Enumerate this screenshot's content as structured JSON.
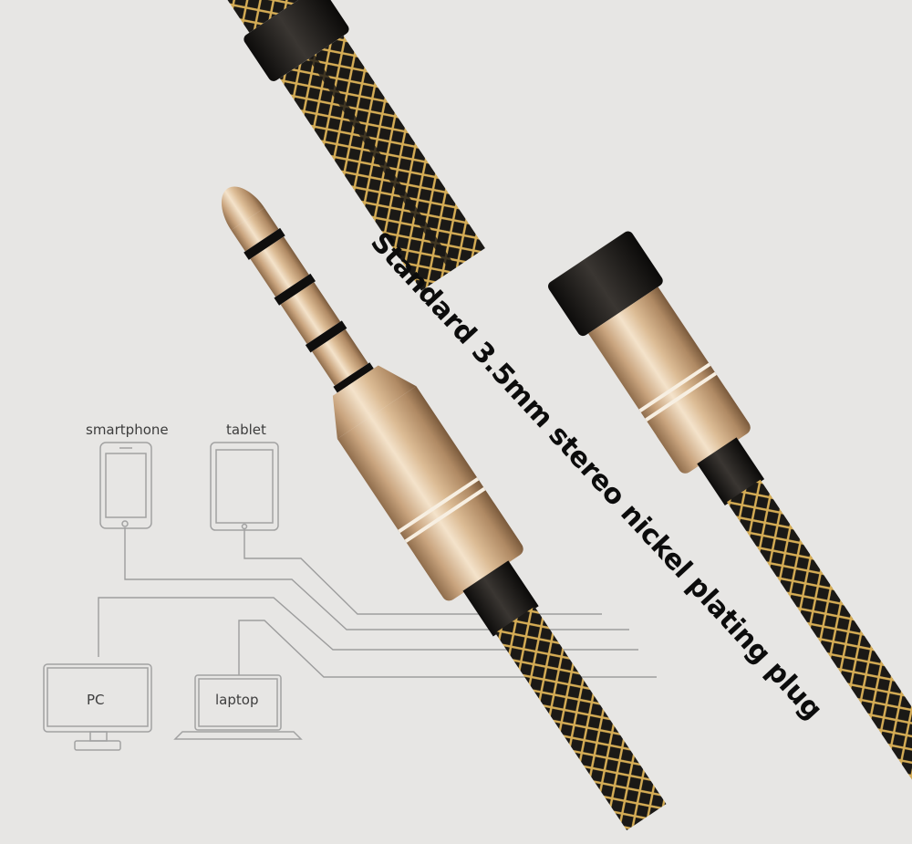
{
  "headline": "Standard 3.5mm stereo nickel plating plug",
  "devices": {
    "smartphone": "smartphone",
    "tablet": "tablet",
    "pc": "PC",
    "laptop": "laptop"
  },
  "colors": {
    "background": "#e7e6e4",
    "gold": "#d8b98e",
    "cable_black": "#1c1a17",
    "braid_gold": "#d6ad55",
    "line_gray": "#9d9d9d"
  }
}
